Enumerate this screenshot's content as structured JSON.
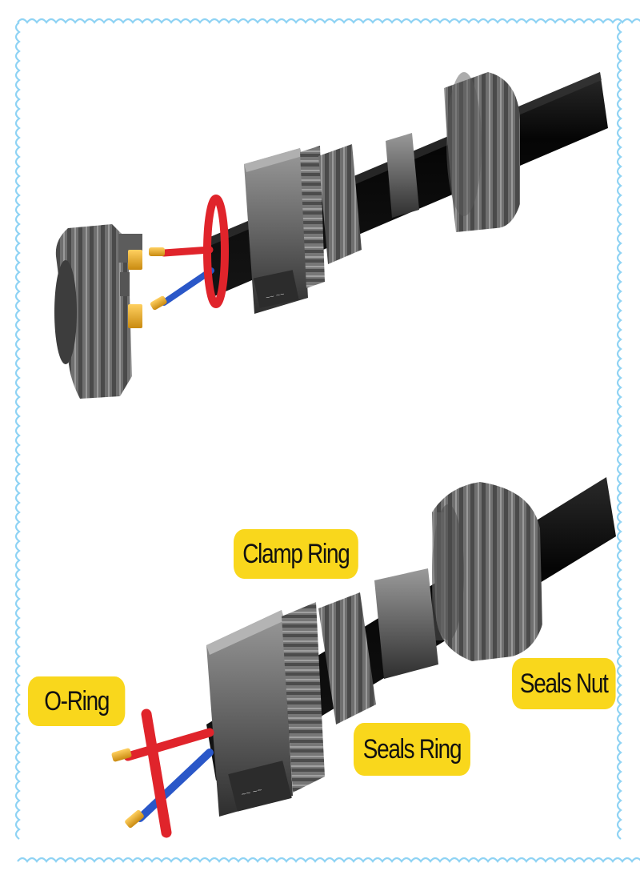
{
  "labels": {
    "clamp_ring": "Clamp Ring",
    "o_ring": "O-Ring",
    "seals_ring": "Seals Ring",
    "seals_nut": "Seals Nut"
  },
  "colors": {
    "border": "#8fd3f4",
    "label_bg": "#f9d71c",
    "cable": "#0d0d0d",
    "body_gray": "#6b6b6b",
    "o_ring_red": "#e0242b",
    "wire_blue": "#2a57c8",
    "contact_gold": "#e9b22e"
  },
  "icons": {
    "frame": "wavy-border",
    "top_assembly": "exploded-connector-icon",
    "bottom_assembly": "assembled-connector-icon"
  }
}
